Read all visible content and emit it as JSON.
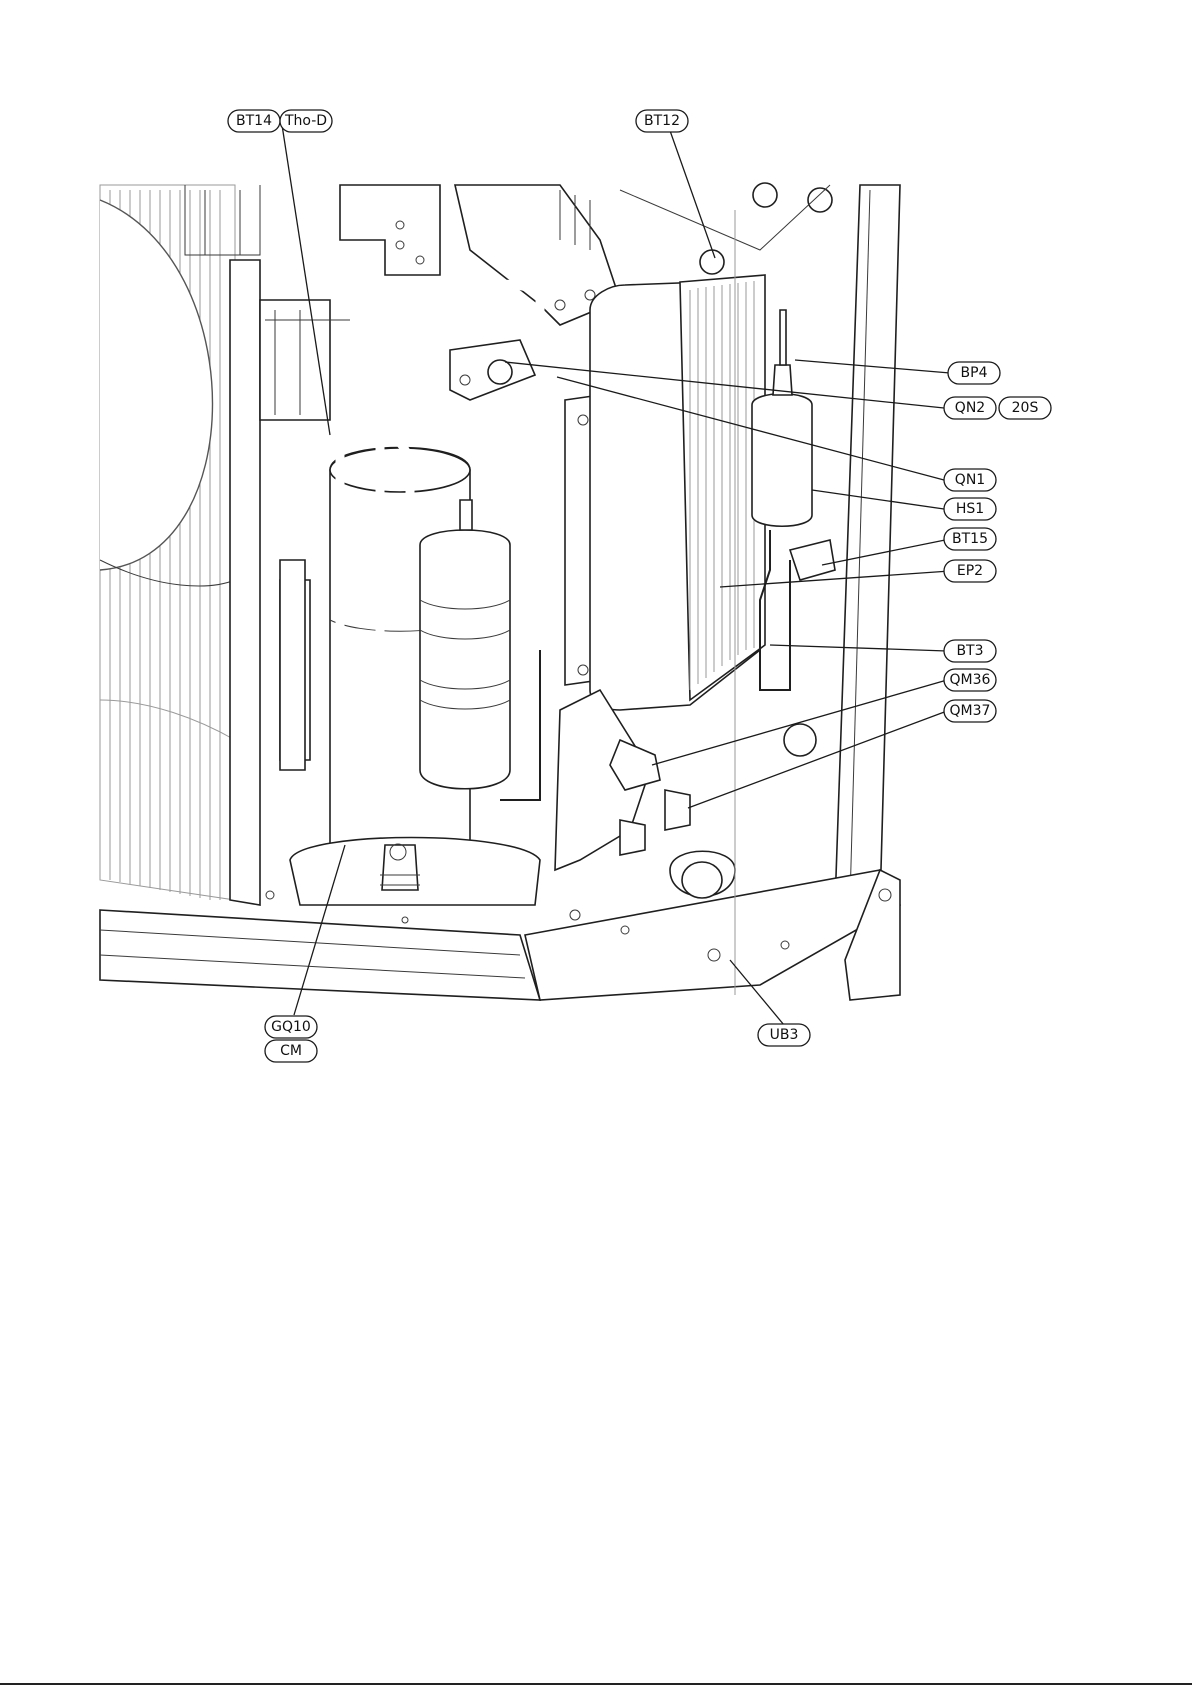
{
  "labels": {
    "bt14": "BT14",
    "tho_d": "Tho-D",
    "bt12": "BT12",
    "bp4": "BP4",
    "qn2": "QN2",
    "s20": "20S",
    "qn1": "QN1",
    "hs1": "HS1",
    "bt15": "BT15",
    "ep2": "EP2",
    "bt3": "BT3",
    "qm36": "QM36",
    "qm37": "QM37",
    "gq10": "GQ10",
    "cm": "CM",
    "ub3": "UB3"
  }
}
